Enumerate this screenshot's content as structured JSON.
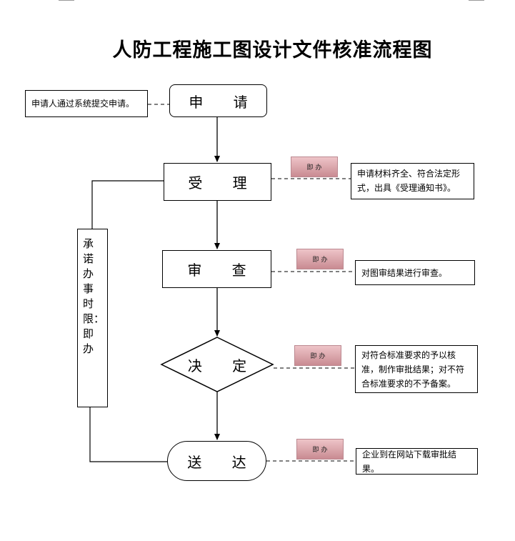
{
  "title": "人防工程施工图设计文件核准流程图",
  "steps": {
    "apply": "申 请",
    "accept": "受 理",
    "review": "审 查",
    "decide": "决 定",
    "deliver": "送 达"
  },
  "badges": {
    "accept": "即办",
    "review": "即办",
    "decide": "即办",
    "deliver": "即办"
  },
  "notes": {
    "apply": "申请人通过系统提交申请。",
    "accept": "申请材料齐全、符合法定形式，出具《受理通知书》。",
    "review": "对图审结果进行审查。",
    "decide": "对符合标准要求的予以核准，制作审批结果；对不符合标准要求的不予备案。",
    "deliver": "企业到在网站下载审批结果。"
  },
  "time_limit": "承诺办事时限：即办"
}
